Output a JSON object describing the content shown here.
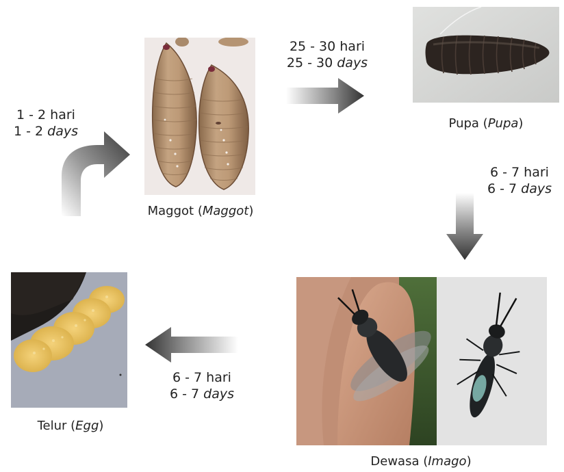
{
  "stages": {
    "maggot": {
      "name": "Maggot",
      "name_en": "Maggot"
    },
    "pupa": {
      "name": "Pupa",
      "name_en": "Pupa"
    },
    "adult": {
      "name": "Dewasa",
      "name_en": "Imago"
    },
    "egg": {
      "name": "Telur",
      "name_en": "Egg"
    }
  },
  "transitions": {
    "egg_to_maggot": {
      "id": "1 - 2 hari",
      "en_num": "1 - 2",
      "en_unit": "days"
    },
    "maggot_to_pupa": {
      "id": "25 - 30 hari",
      "en_num": "25 - 30",
      "en_unit": "days"
    },
    "pupa_to_adult": {
      "id": "6 - 7 hari",
      "en_num": "6 - 7",
      "en_unit": "days"
    },
    "adult_to_egg": {
      "id": "6 - 7 hari",
      "en_num": "6 - 7",
      "en_unit": "days"
    }
  }
}
